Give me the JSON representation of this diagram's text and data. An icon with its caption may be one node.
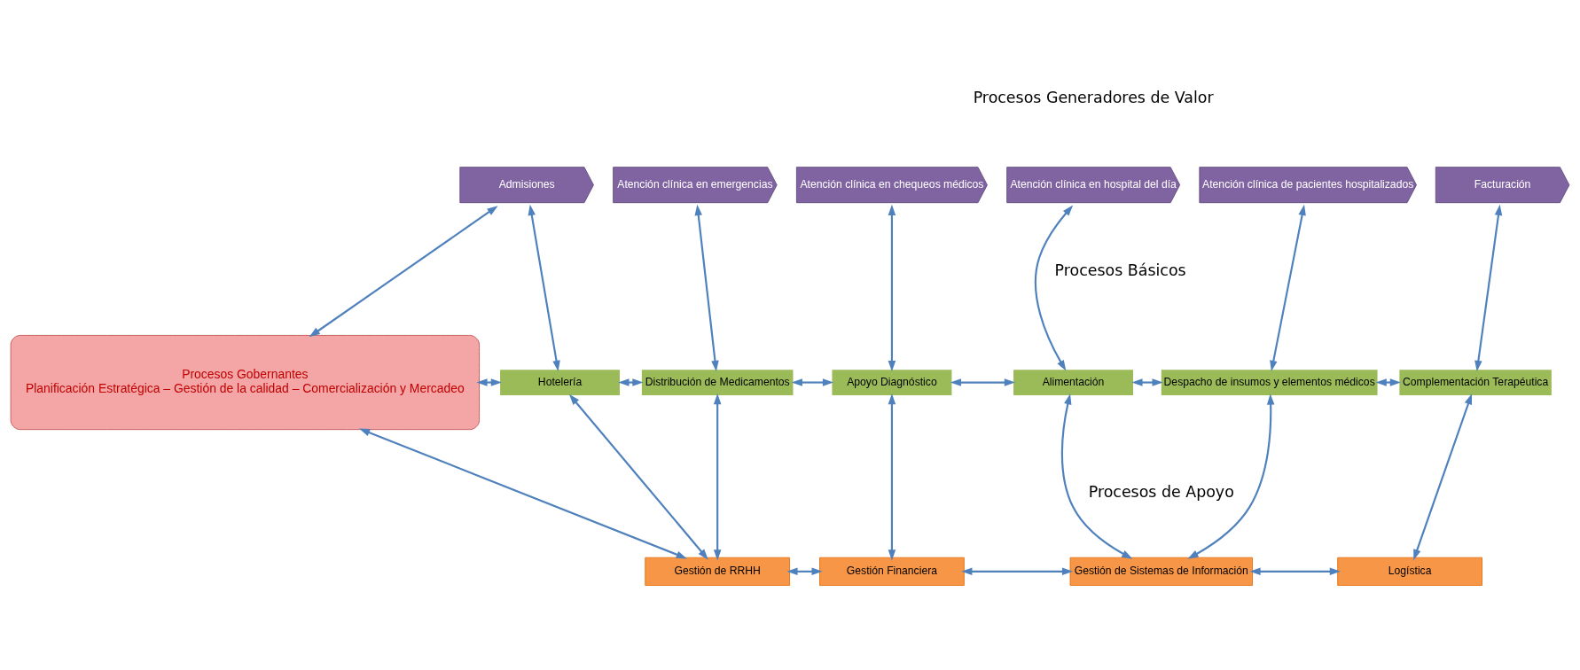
{
  "diagram": {
    "nodes": [
      {
        "text": [
          "Procesos Gobernantes",
          "Planificación Estratégica – Gestión de la calidad – Comercialización y Mercadeo"
        ]
      },
      {
        "text": [
          "Admisiones"
        ]
      },
      {
        "text": [
          "Atención clínica en emergencias"
        ]
      },
      {
        "text": [
          "Atención clínica en chequeos médicos"
        ]
      },
      {
        "text": [
          "Atención clínica en hospital del día"
        ]
      },
      {
        "text": [
          "Atención clínica de pacientes hospitalizados"
        ]
      },
      {
        "text": [
          "Facturación"
        ]
      },
      {
        "text": [
          "Hotelería"
        ]
      },
      {
        "text": [
          "Distribución de Medicamentos"
        ]
      },
      {
        "text": [
          "Apoyo Diagnóstico"
        ]
      },
      {
        "text": [
          "Alimentación"
        ]
      },
      {
        "text": [
          "Despacho de insumos y elementos médicos"
        ]
      },
      {
        "text": [
          "Complementación Terapéutica"
        ]
      },
      {
        "text": [
          "Gestión de RRHH"
        ]
      },
      {
        "text": [
          "Gestión Financiera"
        ]
      },
      {
        "text": [
          "Gestión de Sistemas de Información"
        ]
      },
      {
        "text": [
          "Logística"
        ]
      }
    ],
    "edges": [
      {
        "from": 0,
        "to": 1,
        "arrow": "both"
      },
      {
        "from": 0,
        "to": 7,
        "arrow": "both"
      },
      {
        "from": 0,
        "to": 13,
        "arrow": "both"
      },
      {
        "from": 1,
        "to": 7,
        "arrow": "both"
      },
      {
        "from": 2,
        "to": 8,
        "arrow": "both"
      },
      {
        "from": 3,
        "to": 9,
        "arrow": "both"
      },
      {
        "from": 4,
        "to": 10,
        "arrow": "both"
      },
      {
        "from": 5,
        "to": 11,
        "arrow": "both"
      },
      {
        "from": 6,
        "to": 12,
        "arrow": "both"
      },
      {
        "from": 7,
        "to": 8,
        "arrow": "both"
      },
      {
        "from": 8,
        "to": 9,
        "arrow": "both"
      },
      {
        "from": 9,
        "to": 10,
        "arrow": "both"
      },
      {
        "from": 10,
        "to": 11,
        "arrow": "both"
      },
      {
        "from": 11,
        "to": 12,
        "arrow": "both"
      },
      {
        "from": 7,
        "to": 13,
        "arrow": "both"
      },
      {
        "from": 8,
        "to": 13,
        "arrow": "both"
      },
      {
        "from": 9,
        "to": 14,
        "arrow": "both"
      },
      {
        "from": 10,
        "to": 15,
        "arrow": "both"
      },
      {
        "from": 11,
        "to": 15,
        "arrow": "both"
      },
      {
        "from": 12,
        "to": 16,
        "arrow": "both"
      },
      {
        "from": 13,
        "to": 14,
        "arrow": "both"
      },
      {
        "from": 14,
        "to": 15,
        "arrow": "both"
      },
      {
        "from": 15,
        "to": 16,
        "arrow": "both"
      }
    ],
    "labels": [
      "Procesos Generadores de Valor",
      "Procesos Básicos",
      "Procesos de Apoyo"
    ]
  }
}
